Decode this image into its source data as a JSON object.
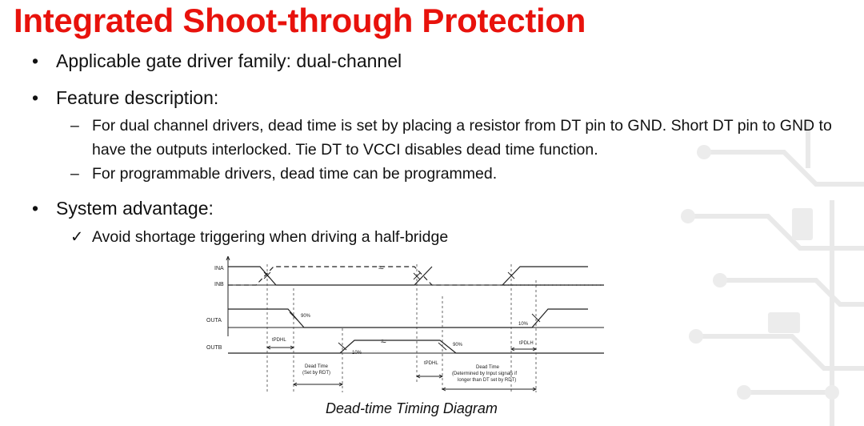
{
  "slide": {
    "title": "Integrated Shoot-through Protection",
    "bullets": [
      {
        "marker": "•",
        "text": "Applicable gate driver family: dual-channel"
      },
      {
        "marker": "•",
        "text": "Feature description:"
      },
      {
        "marker": "•",
        "text": "System advantage:"
      }
    ],
    "feature_subitems": [
      {
        "marker": "–",
        "text": "For dual channel drivers, dead time is set by placing a resistor from DT pin to GND. Short DT pin to GND to have the outputs interlocked. Tie DT to VCCI disables dead time function."
      },
      {
        "marker": "–",
        "text": "For programmable drivers, dead time can be programmed."
      }
    ],
    "advantage_item": {
      "marker": "✓",
      "text": "Avoid shortage triggering when driving a half-bridge"
    }
  },
  "diagram": {
    "caption": "Dead-time Timing Diagram",
    "signals": {
      "ina": "INA",
      "inb": "INB",
      "outa": "OUTA",
      "outb": "OUTB"
    },
    "labels": {
      "p90_a": "90%",
      "p10_a": "10%",
      "p10_b": "10%",
      "p90_b": "90%",
      "tpdhl_1": "tPDHL",
      "tpdhl_2": "tPDHL",
      "tpdlh": "tPDLH",
      "dead_time_1_l1": "Dead Time",
      "dead_time_1_l2": "(Set by RDT)",
      "dead_time_2_l1": "Dead Time",
      "dead_time_2_l2": "(Determined by Input signals if",
      "dead_time_2_l3": "longer than DT set by RDT)",
      "break_mark_1": "≈",
      "break_mark_2": "≈"
    }
  }
}
